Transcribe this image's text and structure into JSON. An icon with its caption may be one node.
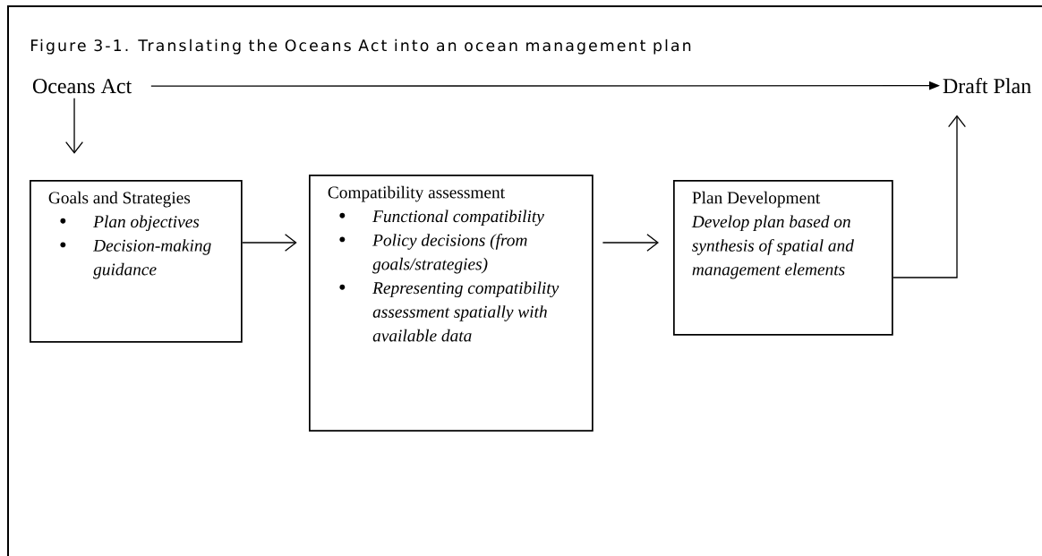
{
  "diagram": {
    "title": "Figure 3-1. Translating the Oceans Act into an ocean management plan",
    "nodes": [
      {
        "text": [
          "Oceans Act"
        ]
      },
      {
        "text": [
          "Draft Plan"
        ]
      },
      {
        "text": [
          "Goals and Strategies",
          "Plan objectives",
          "Decision-making guidance"
        ]
      },
      {
        "text": [
          "Compatibility assessment",
          "Functional compatibility",
          "Policy decisions (from goals/strategies)",
          "Representing compatibility assessment spatially with available data"
        ]
      },
      {
        "text": [
          "Plan Development",
          "Develop plan based on synthesis of spatial and management elements"
        ]
      }
    ],
    "edges": [
      {
        "from": 0,
        "to": 1,
        "arrow": "to"
      },
      {
        "from": 0,
        "to": 2,
        "arrow": "to"
      },
      {
        "from": 2,
        "to": 3,
        "arrow": "to"
      },
      {
        "from": 3,
        "to": 4,
        "arrow": "to"
      },
      {
        "from": 4,
        "to": 1,
        "arrow": "to"
      }
    ]
  }
}
